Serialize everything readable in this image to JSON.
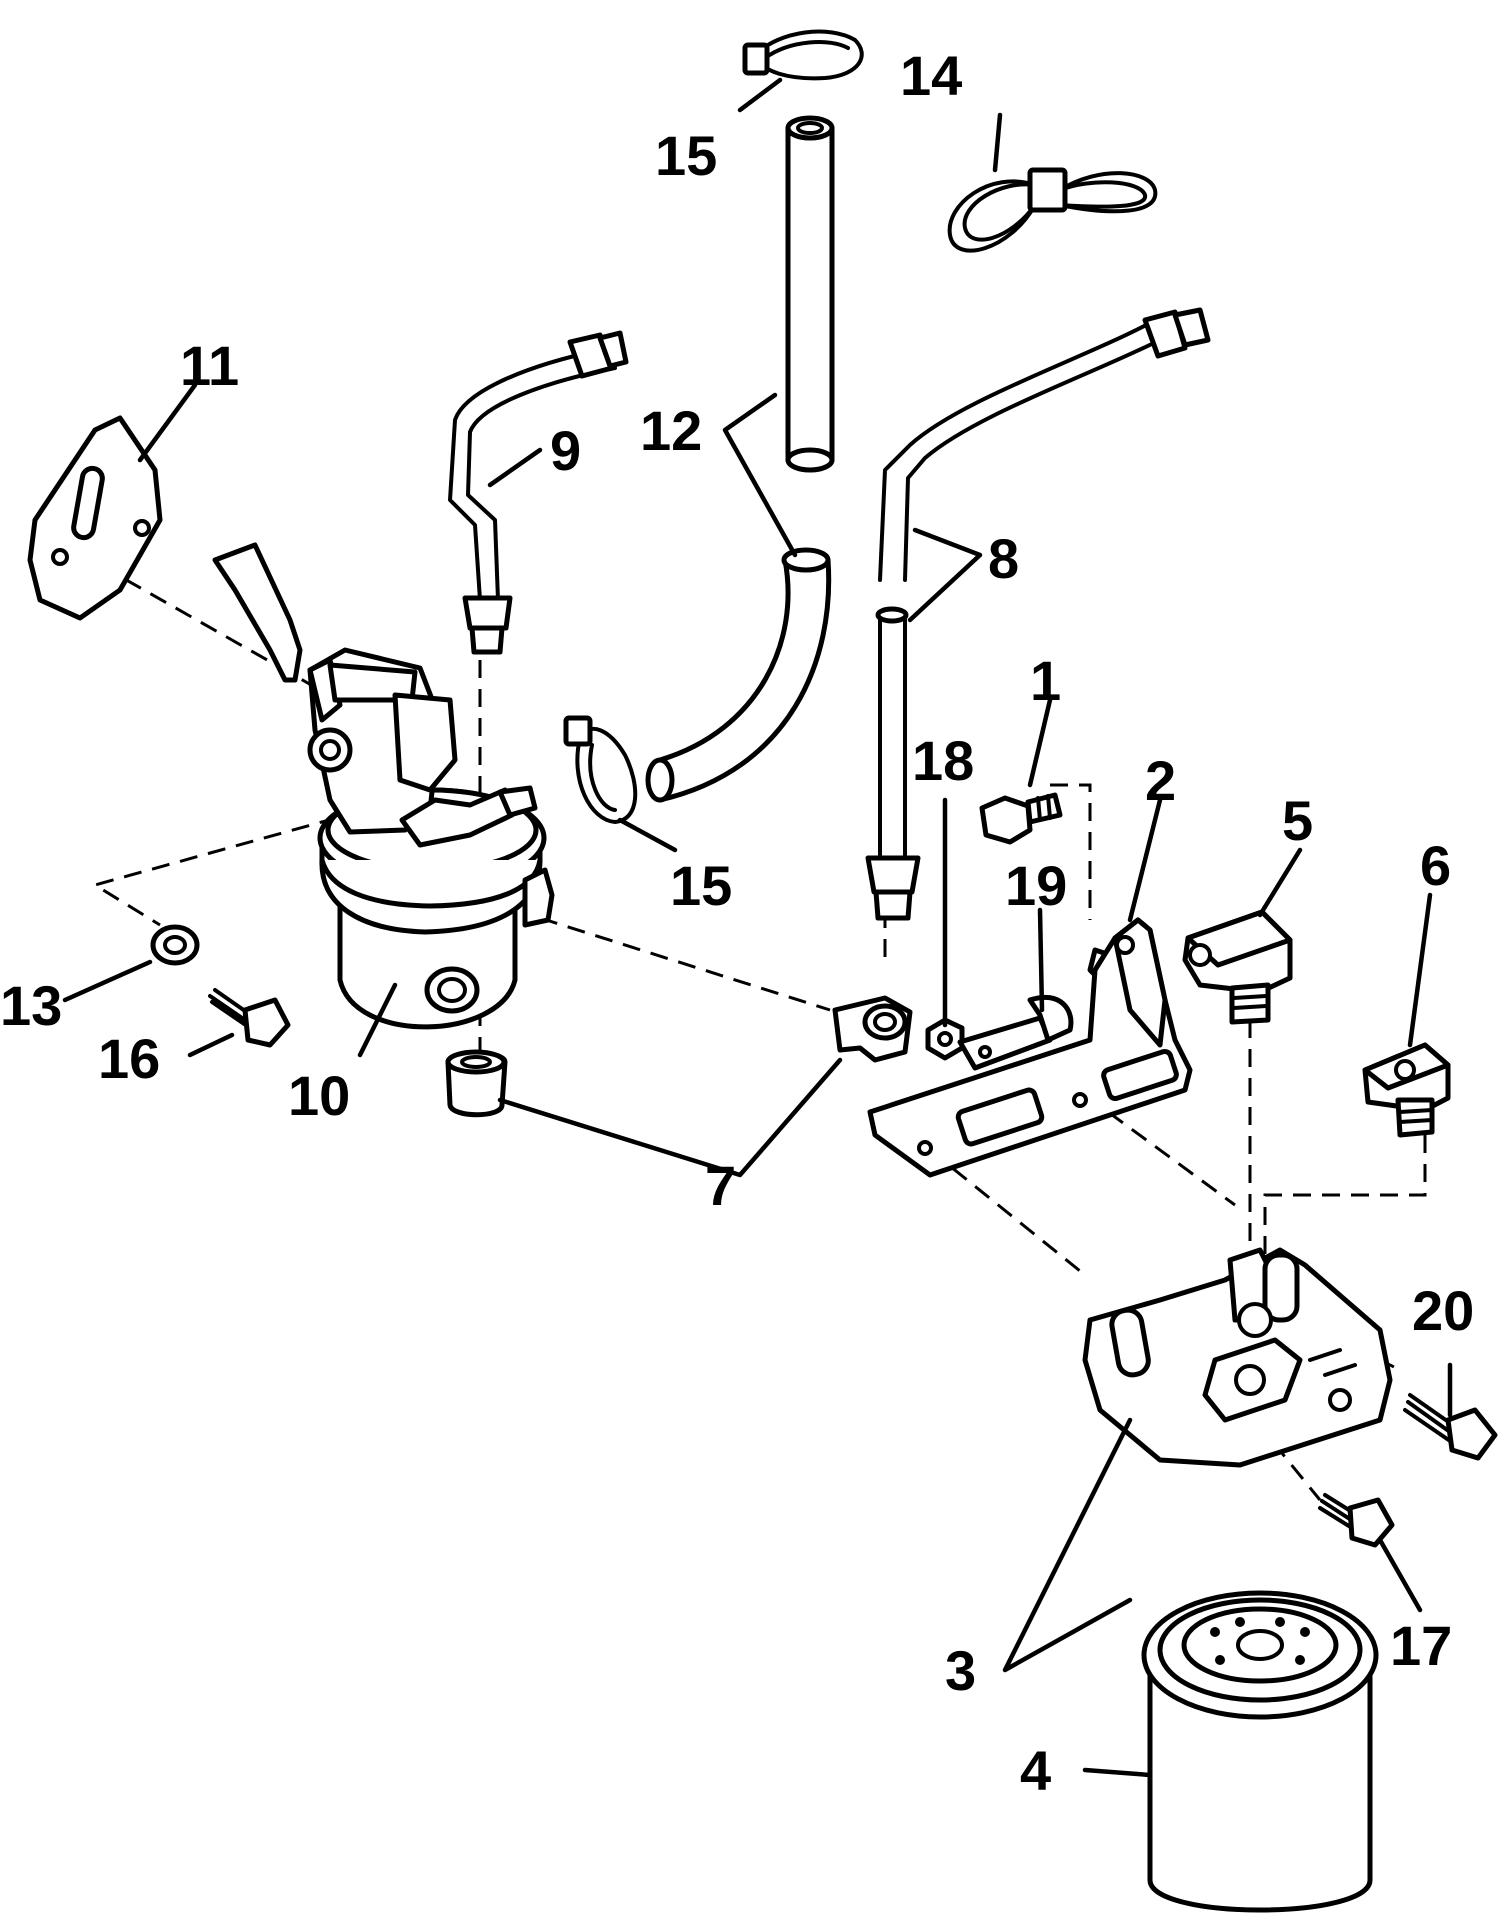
{
  "callouts": [
    {
      "id": "1",
      "text": "1"
    },
    {
      "id": "2",
      "text": "2"
    },
    {
      "id": "3",
      "text": "3"
    },
    {
      "id": "4",
      "text": "4"
    },
    {
      "id": "5",
      "text": "5"
    },
    {
      "id": "6",
      "text": "6"
    },
    {
      "id": "7",
      "text": "7"
    },
    {
      "id": "8",
      "text": "8"
    },
    {
      "id": "9",
      "text": "9"
    },
    {
      "id": "10",
      "text": "10"
    },
    {
      "id": "11",
      "text": "11"
    },
    {
      "id": "12",
      "text": "12"
    },
    {
      "id": "13",
      "text": "13"
    },
    {
      "id": "14",
      "text": "14"
    },
    {
      "id": "15a",
      "text": "15"
    },
    {
      "id": "15b",
      "text": "15"
    },
    {
      "id": "16",
      "text": "16"
    },
    {
      "id": "17",
      "text": "17"
    },
    {
      "id": "18",
      "text": "18"
    },
    {
      "id": "19",
      "text": "19"
    },
    {
      "id": "20",
      "text": "20"
    }
  ],
  "colors": {
    "line": "#000000",
    "background": "#ffffff"
  }
}
